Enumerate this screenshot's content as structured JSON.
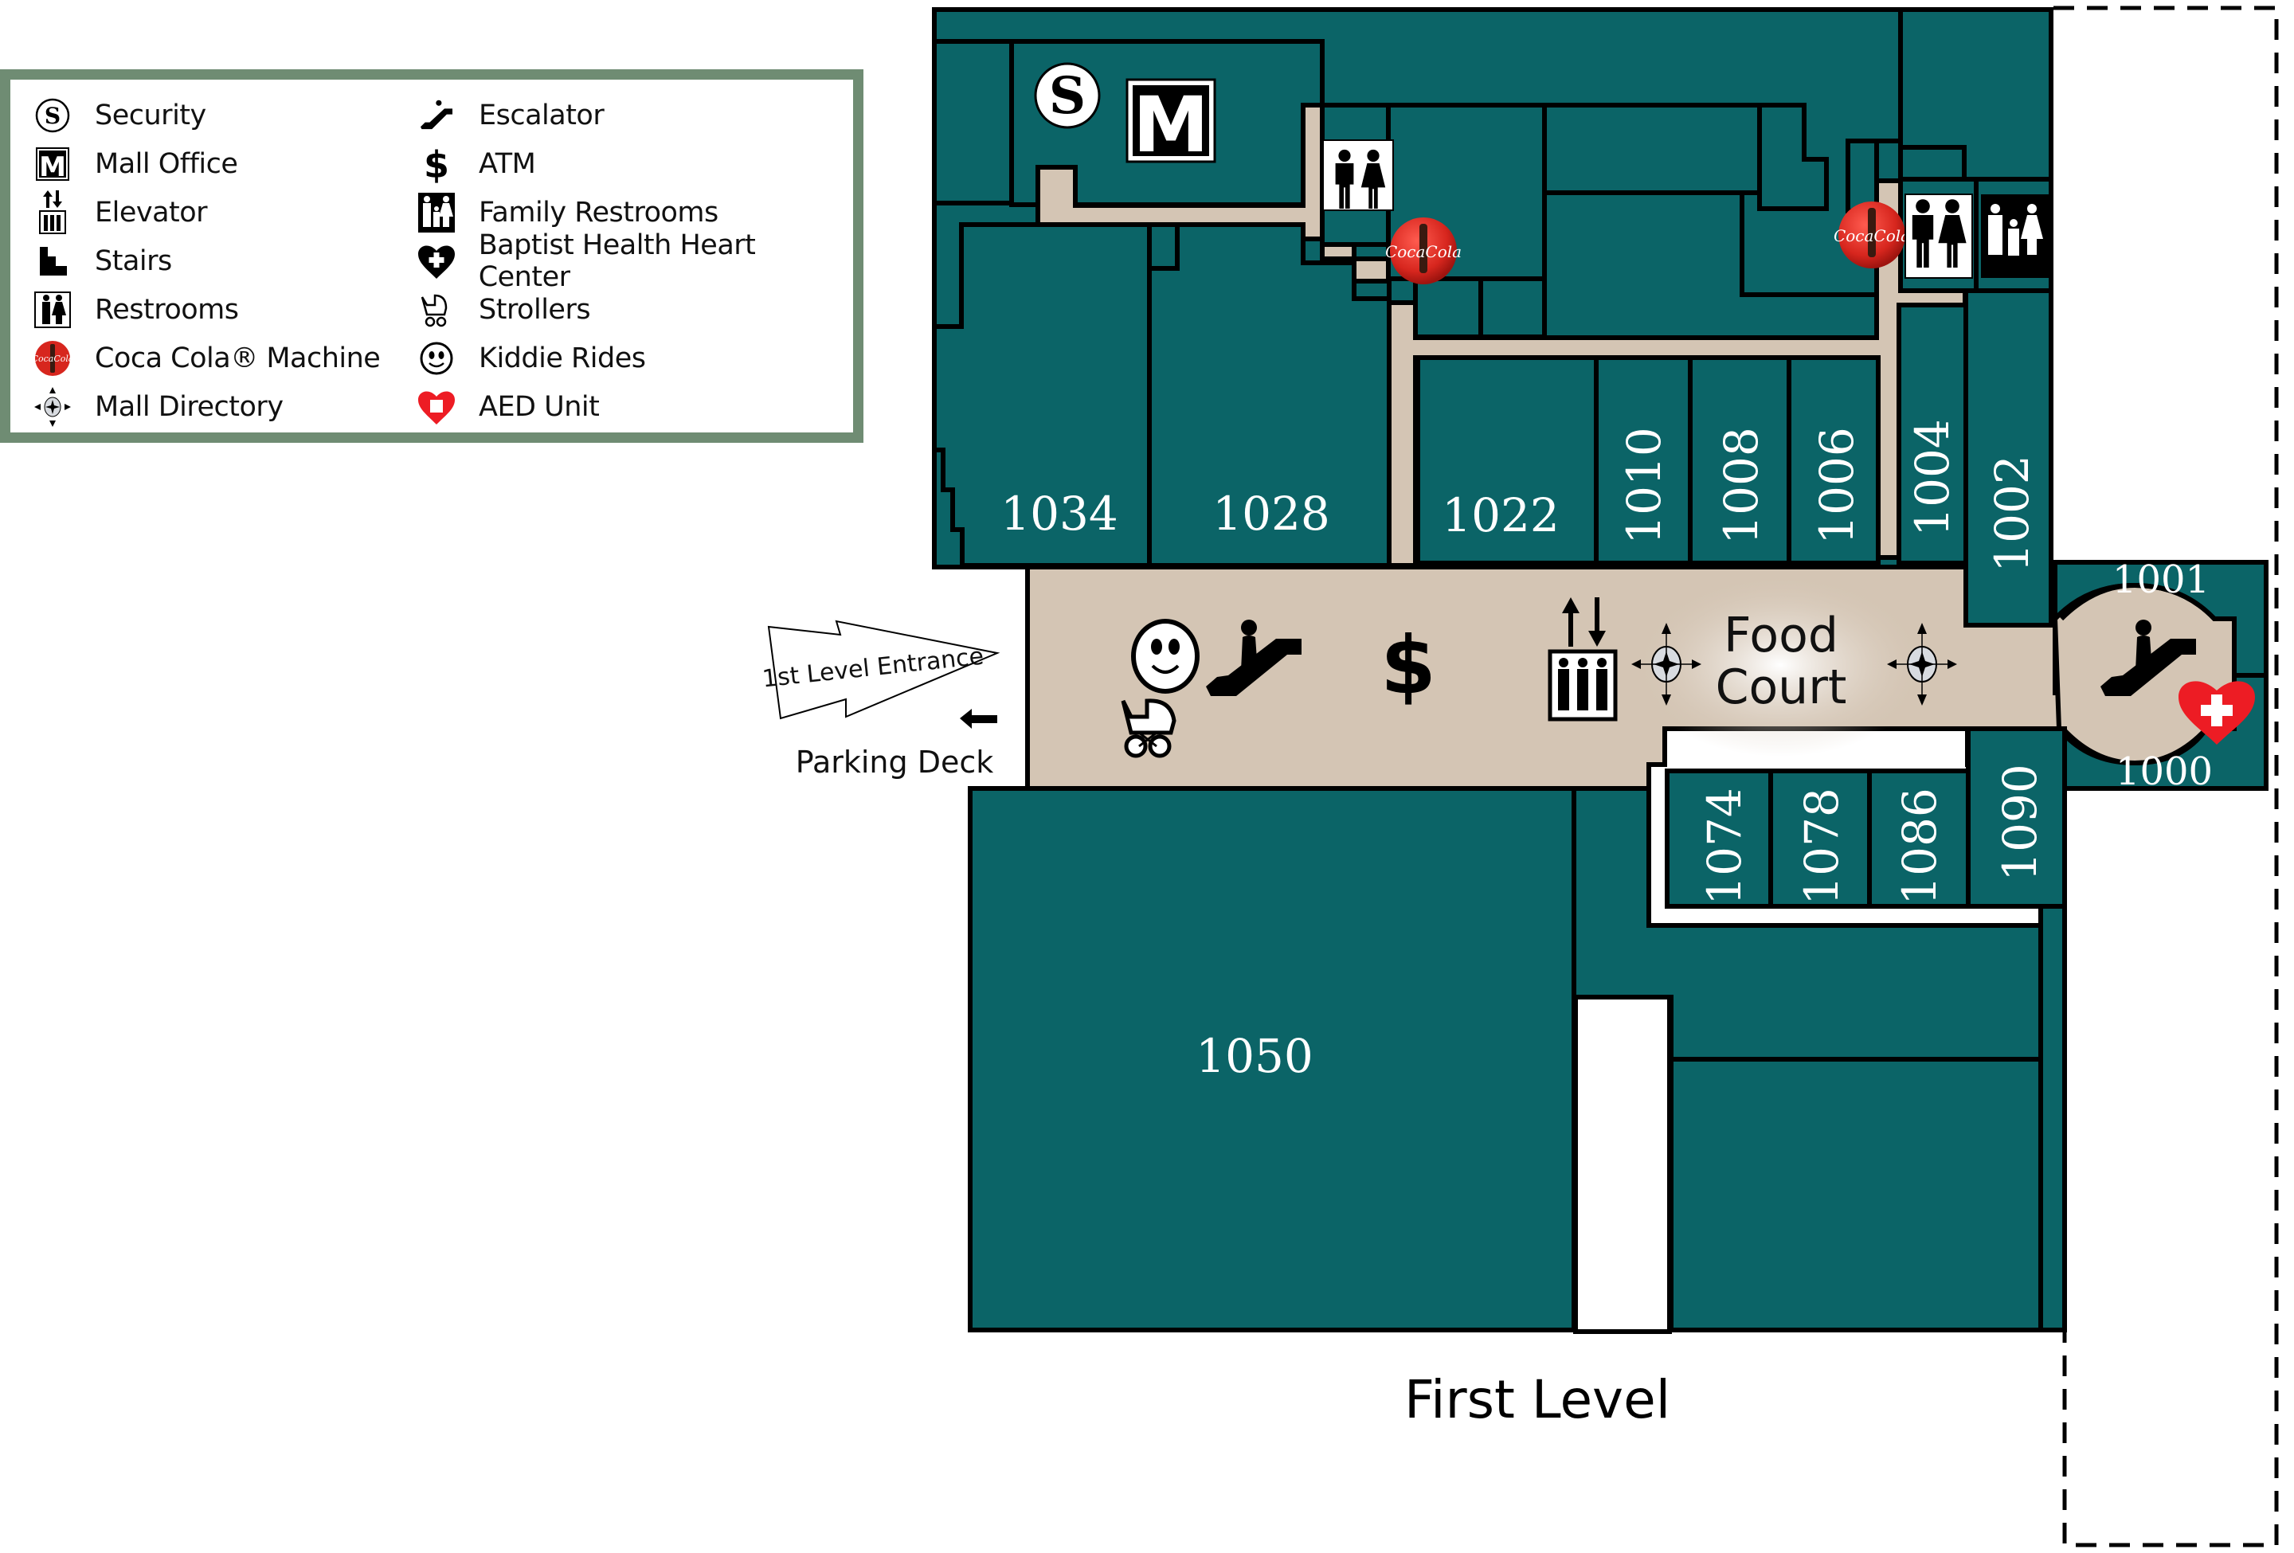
{
  "legend": {
    "left": [
      {
        "icon": "security-icon",
        "label": "Security"
      },
      {
        "icon": "mall-office-icon",
        "label": "Mall Office"
      },
      {
        "icon": "elevator-icon",
        "label": "Elevator"
      },
      {
        "icon": "stairs-icon",
        "label": "Stairs"
      },
      {
        "icon": "restrooms-icon",
        "label": "Restrooms"
      },
      {
        "icon": "coca-cola-icon",
        "label": "Coca Cola® Machine"
      },
      {
        "icon": "mall-directory-icon",
        "label": "Mall Directory"
      }
    ],
    "right": [
      {
        "icon": "escalator-icon",
        "label": "Escalator"
      },
      {
        "icon": "atm-icon",
        "label": "ATM"
      },
      {
        "icon": "family-restrooms-icon",
        "label": "Family Restrooms"
      },
      {
        "icon": "heart-center-icon",
        "label": "Baptist Health Heart Center"
      },
      {
        "icon": "stroller-icon",
        "label": "Strollers"
      },
      {
        "icon": "kiddie-rides-icon",
        "label": "Kiddie Rides"
      },
      {
        "icon": "aed-icon",
        "label": "AED Unit"
      }
    ]
  },
  "map": {
    "title": "First Level",
    "food_court": [
      "Food",
      "Court"
    ],
    "entrance_label": "1st Level Entrance",
    "parking_label": "Parking Deck",
    "security_glyph": "S",
    "office_glyph": "M",
    "atm_glyph": "$",
    "units": {
      "u1034": "1034",
      "u1028": "1028",
      "u1022": "1022",
      "u1010": "1010",
      "u1008": "1008",
      "u1006": "1006",
      "u1004": "1004",
      "u1002": "1002",
      "u1001": "1001",
      "u1000": "1000",
      "u1050": "1050",
      "u1074": "1074",
      "u1078": "1078",
      "u1086": "1086",
      "u1090": "1090"
    }
  },
  "colors": {
    "store": "#0b6467",
    "corridor": "#d4c5b4",
    "legend_border": "#6f8c73",
    "aed_red": "#ed1c24",
    "coke_red": "#d7261e"
  }
}
